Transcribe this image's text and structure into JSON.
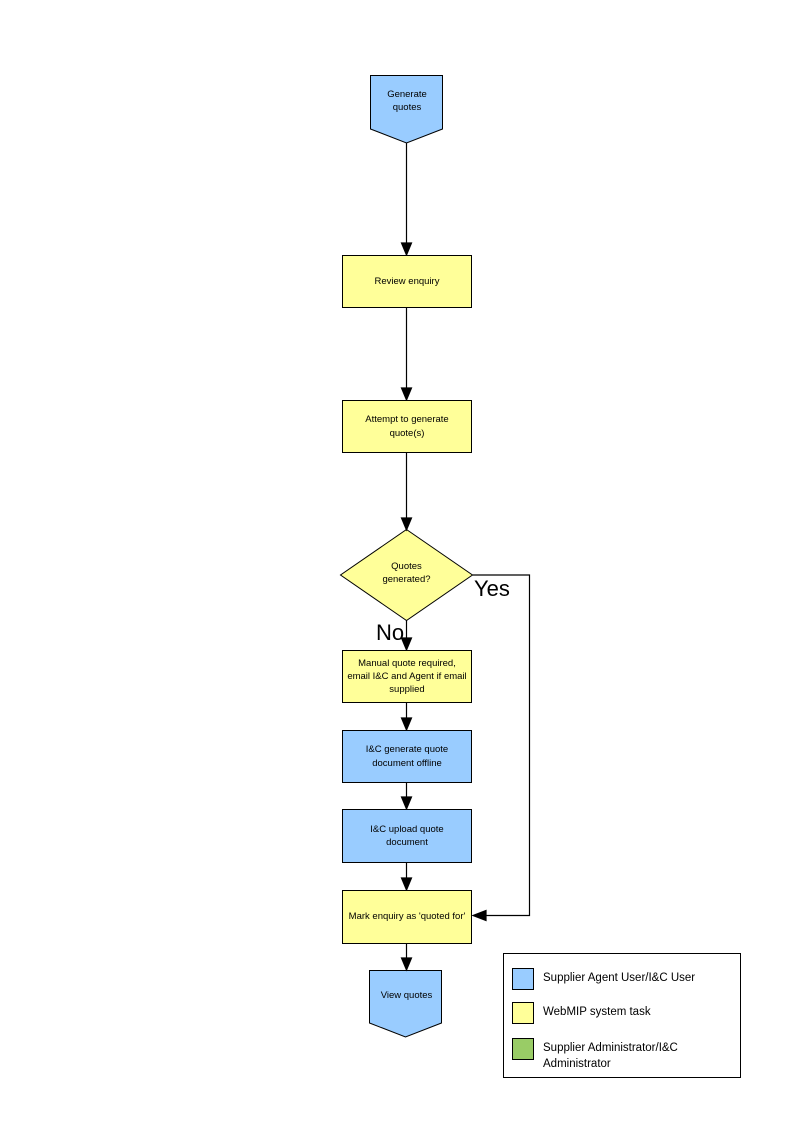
{
  "flowchart": {
    "nodes": {
      "start": {
        "label": "Generate quotes"
      },
      "review_enquiry": {
        "label": "Review enquiry"
      },
      "attempt_generate": {
        "label": "Attempt to generate quote(s)"
      },
      "quotes_generated": {
        "label": "Quotes generated?"
      },
      "manual_quote": {
        "label": "Manual quote required, email I&C and Agent if email supplied"
      },
      "generate_offline": {
        "label": "I&C generate quote document offline"
      },
      "upload_document": {
        "label": "I&C upload quote document"
      },
      "mark_quoted": {
        "label": "Mark enquiry as 'quoted for'"
      },
      "end": {
        "label": "View quotes"
      }
    },
    "branch_labels": {
      "yes": "Yes",
      "no": "No"
    },
    "colors": {
      "user_task_blue": "#99CCFF",
      "system_task_yellow": "#FFFF99",
      "admin_task_green": "#99CC66",
      "line_black": "#000000"
    },
    "legend": {
      "items": [
        {
          "color": "#99CCFF",
          "label": "Supplier Agent User/I&C User"
        },
        {
          "color": "#FFFF99",
          "label": "WebMIP system task"
        },
        {
          "color": "#99CC66",
          "label": "Supplier Administrator/I&C Administrator"
        }
      ]
    }
  }
}
